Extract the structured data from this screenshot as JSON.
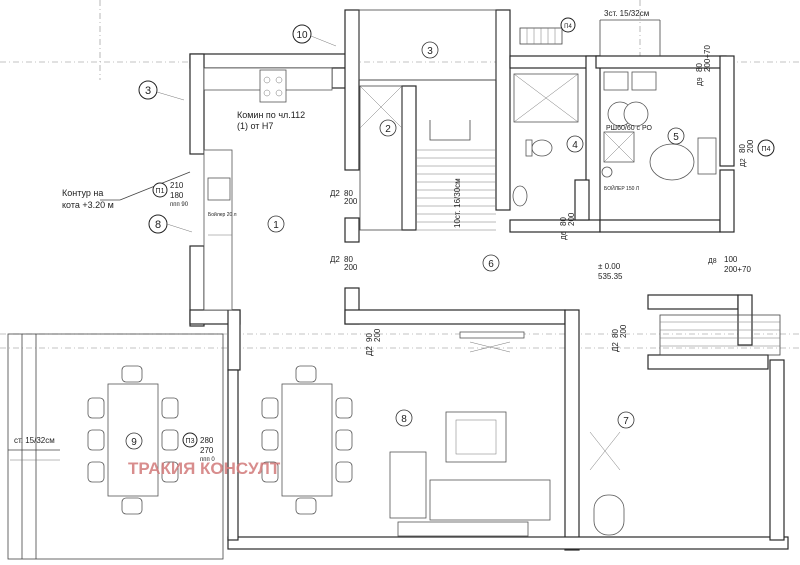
{
  "rooms": [
    {
      "id": "r1",
      "label": "1"
    },
    {
      "id": "r2",
      "label": "2"
    },
    {
      "id": "r3",
      "label": "3"
    },
    {
      "id": "r4",
      "label": "4"
    },
    {
      "id": "r5",
      "label": "5"
    },
    {
      "id": "r6",
      "label": "6"
    },
    {
      "id": "r7",
      "label": "7"
    },
    {
      "id": "r8",
      "label": "8"
    },
    {
      "id": "r9",
      "label": "9"
    }
  ],
  "tags": [
    {
      "id": "t3",
      "label": "3"
    },
    {
      "id": "t8",
      "label": "8"
    },
    {
      "id": "t10",
      "label": "10"
    }
  ],
  "annotations": {
    "chimney_line1": "Комин по чл.112",
    "chimney_line2": "(1) от Н7",
    "contour_line1": "Контур на",
    "contour_line2": "кота +3.20 м",
    "stairs_top": "3ст. 15/32см",
    "stairs_left": "ст. 15/32см",
    "stairs_mid": "10ст. 16/30см",
    "level_zero": "± 0.00",
    "level_abs": "535.35",
    "boiler_label": "Бойлер 20 л",
    "shower_label": "РШ60/60 с РО",
    "boiler2_label": "БОЙЛЕР 150 Л",
    "watermark": "ТРАКИЯ КОНСУЛТ"
  },
  "window_tags": [
    {
      "id": "p1",
      "code": "П1",
      "w": "210",
      "h": "180",
      "sill": "ппп 90"
    },
    {
      "id": "p3",
      "code": "П3",
      "w": "280",
      "h": "270",
      "sill": "ппп 0"
    },
    {
      "id": "p4",
      "code": "П4"
    },
    {
      "id": "p14",
      "code": "П4"
    }
  ],
  "door_tags": [
    {
      "id": "d1",
      "code": "Д2",
      "w": "80",
      "h": "200"
    },
    {
      "id": "d2",
      "code": "Д2",
      "w": "80",
      "h": "200"
    },
    {
      "id": "d3",
      "code": "Д2",
      "w": "90",
      "h": "200"
    },
    {
      "id": "d4",
      "code": "Д2",
      "w": "80",
      "h": "200"
    },
    {
      "id": "d5",
      "code": "Д8",
      "w": "100",
      "h": "200+70"
    },
    {
      "id": "d6",
      "code": "Д9",
      "w": "80",
      "h": "200+70"
    },
    {
      "id": "d7",
      "code": "Д6",
      "w": "80",
      "h": "200"
    },
    {
      "id": "d8",
      "code": "Д2",
      "w": "80",
      "h": "200"
    }
  ]
}
